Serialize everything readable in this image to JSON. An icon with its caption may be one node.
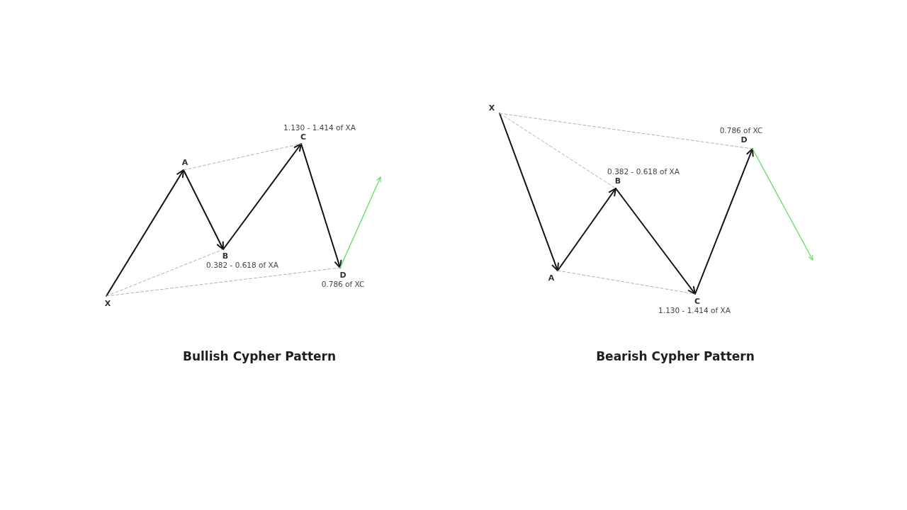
{
  "diagram": {
    "nodes": [
      {
        "text": [
          "X"
        ]
      },
      {
        "text": [
          "A"
        ]
      },
      {
        "text": [
          "B"
        ],
        "beside": [
          "0.382 - 0.618 of XA"
        ]
      },
      {
        "text": [
          "C"
        ],
        "beside": [
          "1.130 - 1.414 of XA"
        ]
      },
      {
        "text": [
          "D"
        ],
        "beside": [
          "0.786 of XC"
        ]
      },
      {
        "text": [
          "X"
        ]
      },
      {
        "text": [
          "A"
        ]
      },
      {
        "text": [
          "B"
        ],
        "beside": [
          "0.382 - 0.618 of XA"
        ]
      },
      {
        "text": [
          "C"
        ],
        "beside": [
          "1.130 - 1.414 of XA"
        ]
      },
      {
        "text": [
          "D"
        ],
        "beside": [
          "0.786 of XC"
        ]
      }
    ],
    "edges": [
      {
        "from": 0,
        "to": 1,
        "arrow": "to"
      },
      {
        "from": 1,
        "to": 2,
        "arrow": "to"
      },
      {
        "from": 2,
        "to": 3,
        "arrow": "to"
      },
      {
        "from": 3,
        "to": 4,
        "arrow": "to"
      },
      {
        "from": 1,
        "to": 3,
        "arrow": "none",
        "style": "dashed",
        "color": "#b3b3b3"
      },
      {
        "from": 0,
        "to": 2,
        "arrow": "none",
        "style": "dashed",
        "color": "#b3b3b3"
      },
      {
        "from": 0,
        "to": 4,
        "arrow": "none",
        "style": "dashed",
        "color": "#b3b3b3"
      },
      {
        "from": 4,
        "to": null,
        "arrow": "to",
        "color": "#5fe05f"
      },
      {
        "from": 5,
        "to": 6,
        "arrow": "to"
      },
      {
        "from": 6,
        "to": 7,
        "arrow": "to"
      },
      {
        "from": 7,
        "to": 8,
        "arrow": "to"
      },
      {
        "from": 8,
        "to": 9,
        "arrow": "to"
      },
      {
        "from": 5,
        "to": 9,
        "arrow": "none",
        "style": "dashed",
        "color": "#b3b3b3"
      },
      {
        "from": 5,
        "to": 7,
        "arrow": "none",
        "style": "dashed",
        "color": "#b3b3b3"
      },
      {
        "from": 6,
        "to": 8,
        "arrow": "none",
        "style": "dashed",
        "color": "#b3b3b3"
      },
      {
        "from": 9,
        "to": null,
        "arrow": "to",
        "color": "#5fe05f"
      }
    ],
    "labels": [
      "Bullish Cypher Pattern",
      "Bearish Cypher Pattern"
    ]
  }
}
